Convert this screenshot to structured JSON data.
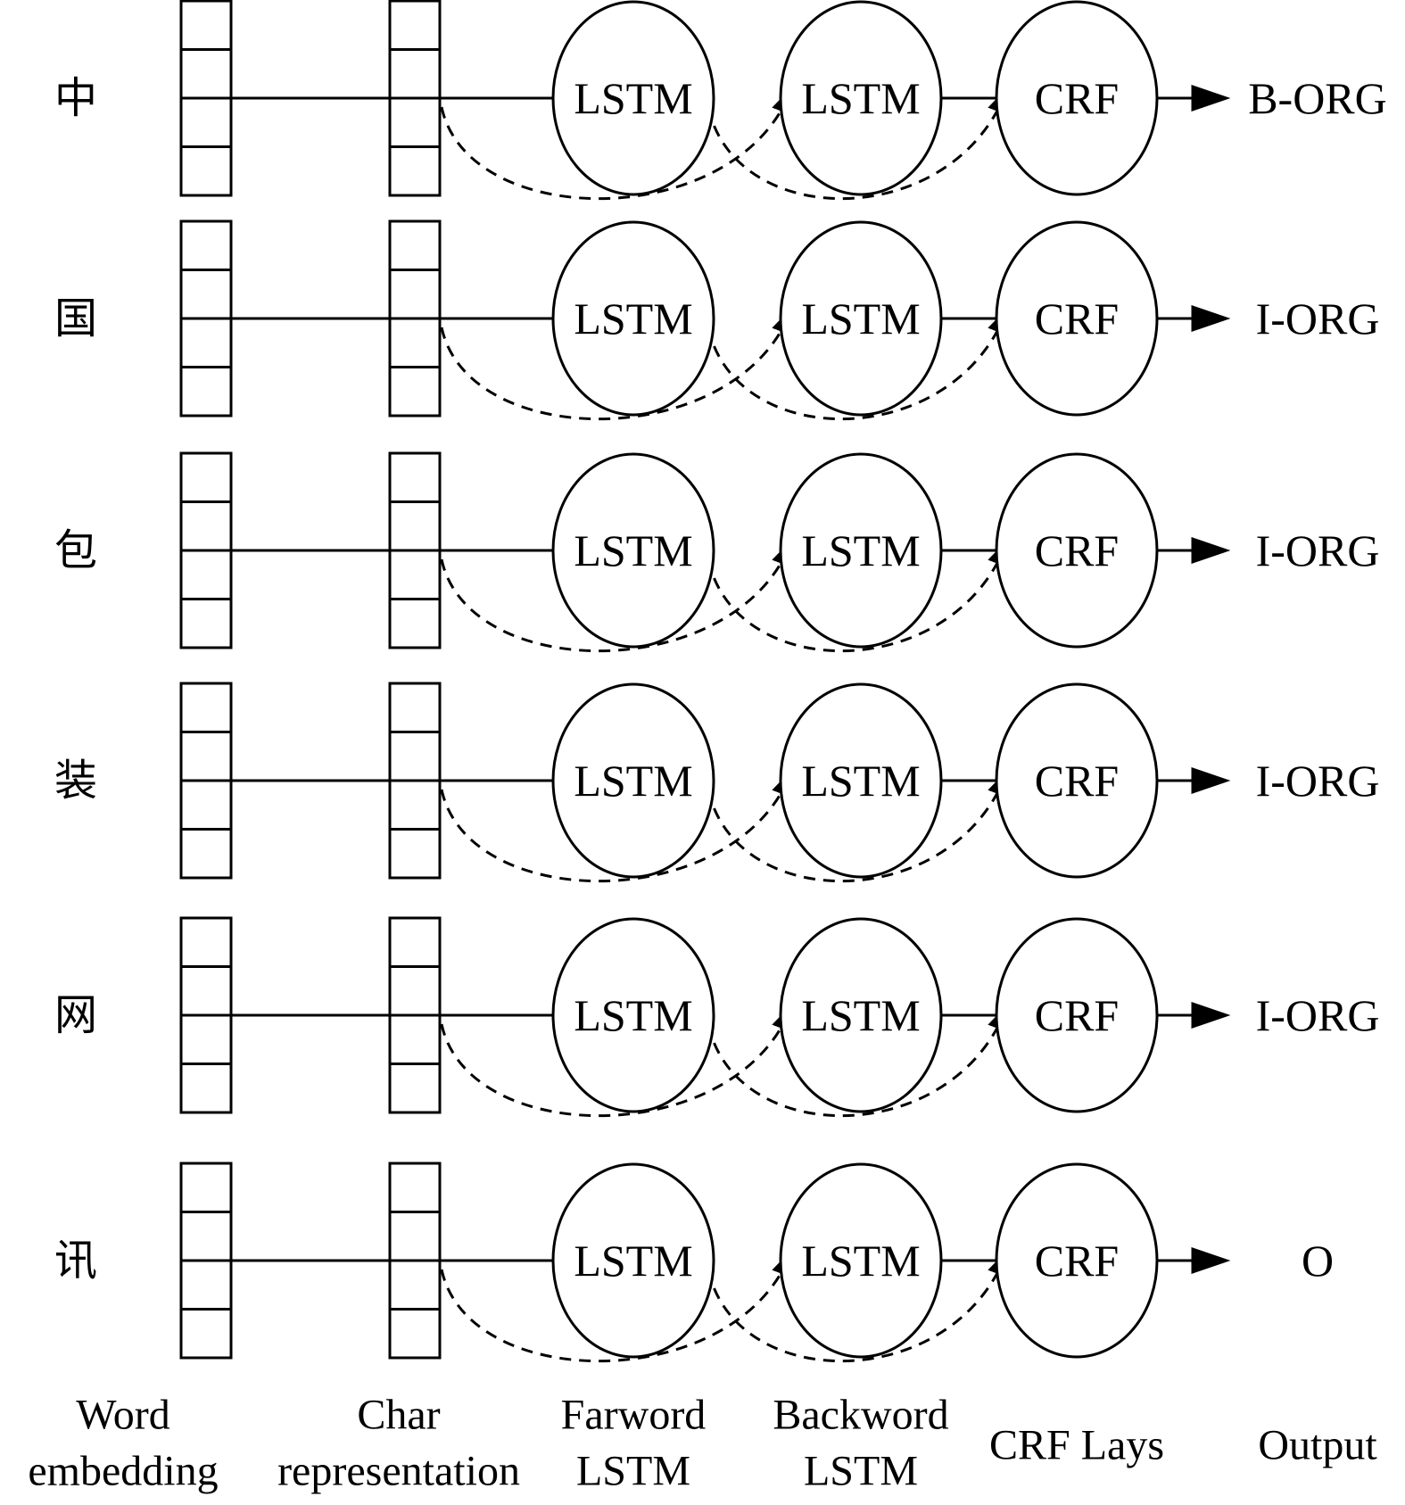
{
  "rows": [
    {
      "char": "中",
      "forward": "LSTM",
      "backward": "LSTM",
      "crf": "CRF",
      "output": "B-ORG"
    },
    {
      "char": "国",
      "forward": "LSTM",
      "backward": "LSTM",
      "crf": "CRF",
      "output": "I-ORG"
    },
    {
      "char": "包",
      "forward": "LSTM",
      "backward": "LSTM",
      "crf": "CRF",
      "output": "I-ORG"
    },
    {
      "char": "装",
      "forward": "LSTM",
      "backward": "LSTM",
      "crf": "CRF",
      "output": "I-ORG"
    },
    {
      "char": "网",
      "forward": "LSTM",
      "backward": "LSTM",
      "crf": "CRF",
      "output": "I-ORG"
    },
    {
      "char": "讯",
      "forward": "LSTM",
      "backward": "LSTM",
      "crf": "CRF",
      "output": "O"
    }
  ],
  "columns": {
    "word_embedding": [
      "Word",
      "embedding"
    ],
    "char_representation": [
      "Char",
      "representation"
    ],
    "forward_lstm": [
      "Farword",
      "LSTM"
    ],
    "backward_lstm": [
      "Backword",
      "LSTM"
    ],
    "crf_layer": [
      "CRF Lays"
    ],
    "output": [
      "Output"
    ]
  }
}
